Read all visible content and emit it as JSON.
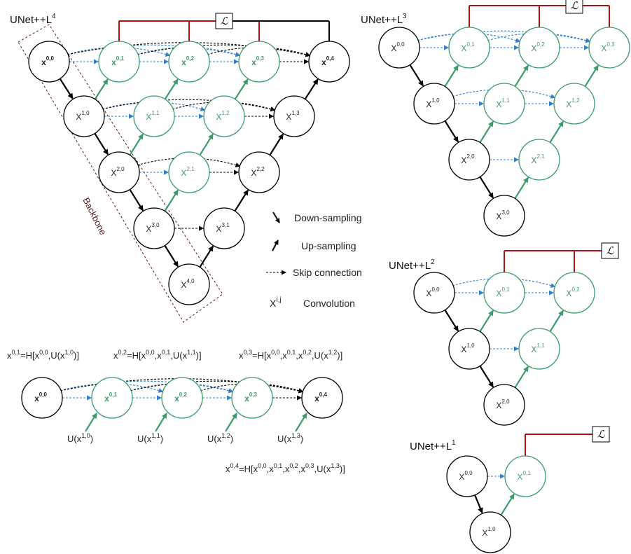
{
  "titles": {
    "l4": {
      "text": "UNet++L",
      "sup": "4"
    },
    "l3": {
      "text": "UNet++L",
      "sup": "3"
    },
    "l2": {
      "text": "UNet++L",
      "sup": "2"
    },
    "l1": {
      "text": "UNet++L",
      "sup": "1"
    }
  },
  "loss_symbol": "ℒ",
  "backbone_label": "Backbone",
  "legend": {
    "down": "Down-sampling",
    "up": "Up-sampling",
    "skip": "Skip connection",
    "conv_symbol": "X",
    "conv_sup": "i,j",
    "conv": "Convolution"
  },
  "formulas": [
    {
      "id": "f01",
      "parts": [
        [
          "x",
          ""
        ],
        [
          "0,1",
          "s"
        ],
        [
          "=H[x",
          ""
        ],
        [
          "0,0",
          "s"
        ],
        [
          ",U(x",
          ""
        ],
        [
          "1,0",
          "s"
        ],
        [
          ")]",
          ""
        ]
      ]
    },
    {
      "id": "f02",
      "parts": [
        [
          "x",
          ""
        ],
        [
          "0,2",
          "s"
        ],
        [
          "=H[x",
          ""
        ],
        [
          "0,0",
          "s"
        ],
        [
          ",x",
          ""
        ],
        [
          "0,1",
          "s"
        ],
        [
          ",U(x",
          ""
        ],
        [
          "1,1",
          "s"
        ],
        [
          ")]",
          ""
        ]
      ]
    },
    {
      "id": "f03",
      "parts": [
        [
          "x",
          ""
        ],
        [
          "0,3",
          "s"
        ],
        [
          "=H[x",
          ""
        ],
        [
          "0,0",
          "s"
        ],
        [
          ",x",
          ""
        ],
        [
          "0,1",
          "s"
        ],
        [
          ",x",
          ""
        ],
        [
          "0,2",
          "s"
        ],
        [
          ",U(x",
          ""
        ],
        [
          "1,2",
          "s"
        ],
        [
          ")]",
          ""
        ]
      ]
    },
    {
      "id": "f04",
      "parts": [
        [
          "x",
          ""
        ],
        [
          "0,4",
          "s"
        ],
        [
          "=H[x",
          ""
        ],
        [
          "0,0",
          "s"
        ],
        [
          ",x",
          ""
        ],
        [
          "0,1",
          "s"
        ],
        [
          ",x",
          ""
        ],
        [
          "0,2",
          "s"
        ],
        [
          ",x",
          ""
        ],
        [
          "0,3",
          "s"
        ],
        [
          ",U(x",
          ""
        ],
        [
          "1,3",
          "s"
        ],
        [
          ")]",
          ""
        ]
      ]
    }
  ],
  "u_labels": [
    {
      "text": "U(x",
      "sup": "1,0",
      "close": ")"
    },
    {
      "text": "U(x",
      "sup": "1,1",
      "close": ")"
    },
    {
      "text": "U(x",
      "sup": "1,2",
      "close": ")"
    },
    {
      "text": "U(x",
      "sup": "1,3",
      "close": ")"
    }
  ],
  "colors": {
    "black": "#000000",
    "green": "#3b9c6b",
    "blue": "#2f7fd1",
    "red": "#b01010",
    "backbone": "#5a1a1a"
  }
}
